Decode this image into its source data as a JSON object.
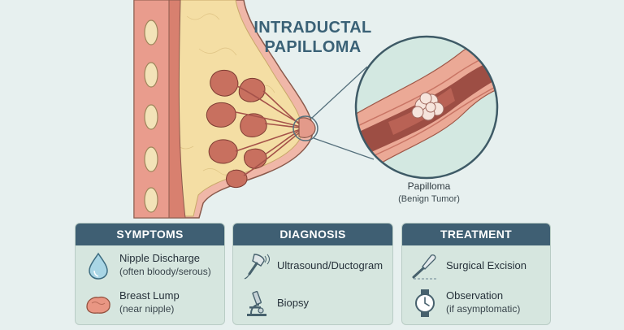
{
  "title_line1": "INTRADUCTAL",
  "title_line2": "PAPILLOMA",
  "zoom": {
    "label": "Papilloma",
    "sublabel": "(Benign Tumor)"
  },
  "panels": {
    "symptoms": {
      "heading": "SYMPTOMS",
      "items": [
        {
          "icon": "water-drop-icon",
          "label": "Nipple Discharge",
          "sublabel": "(often bloody/serous)"
        },
        {
          "icon": "breast-lump-icon",
          "label": "Breast Lump",
          "sublabel": "(near nipple)"
        }
      ]
    },
    "diagnosis": {
      "heading": "DIAGNOSIS",
      "items": [
        {
          "icon": "ultrasound-probe-icon",
          "label": "Ultrasound/Ductogram"
        },
        {
          "icon": "microscope-icon",
          "label": "Biopsy"
        }
      ]
    },
    "treatment": {
      "heading": "TREATMENT",
      "items": [
        {
          "icon": "scalpel-icon",
          "label": "Surgical Excision"
        },
        {
          "icon": "watch-icon",
          "label": "Observation",
          "sublabel": "(if asymptomatic)"
        }
      ]
    }
  },
  "colors": {
    "background": "#e7f0ef",
    "title": "#3a6176",
    "panel_header": "#3f5f73",
    "panel_body": "#d6e6df",
    "tissue": "#eeb1a4",
    "fat": "#f3dda0",
    "lobule": "#c8705f"
  }
}
